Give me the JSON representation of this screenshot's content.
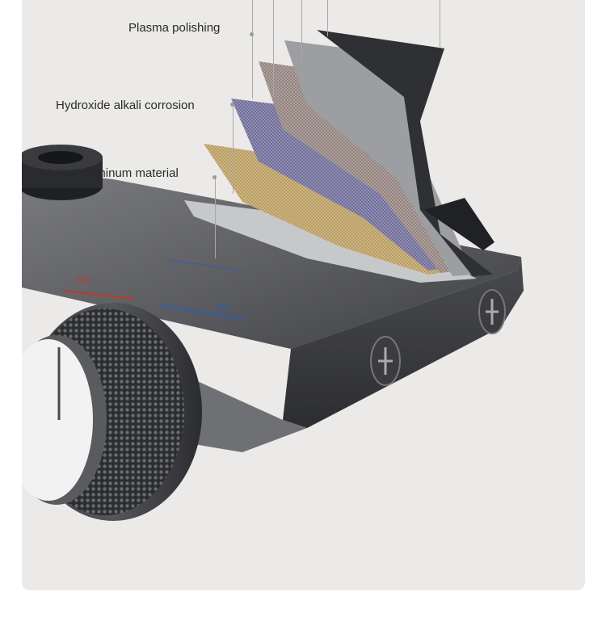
{
  "callouts": {
    "plasma": "Plasma polishing",
    "hydroxide": "Hydroxide alkali corrosion",
    "aviation": "Aviation aluminum material"
  },
  "markings": {
    "on": "ON",
    "off": "OFF"
  },
  "colors": {
    "background": "#ebeae8",
    "metal": "#5a5b5e",
    "on_marker": "#c0392b",
    "off_marker": "#2f5fb0"
  }
}
